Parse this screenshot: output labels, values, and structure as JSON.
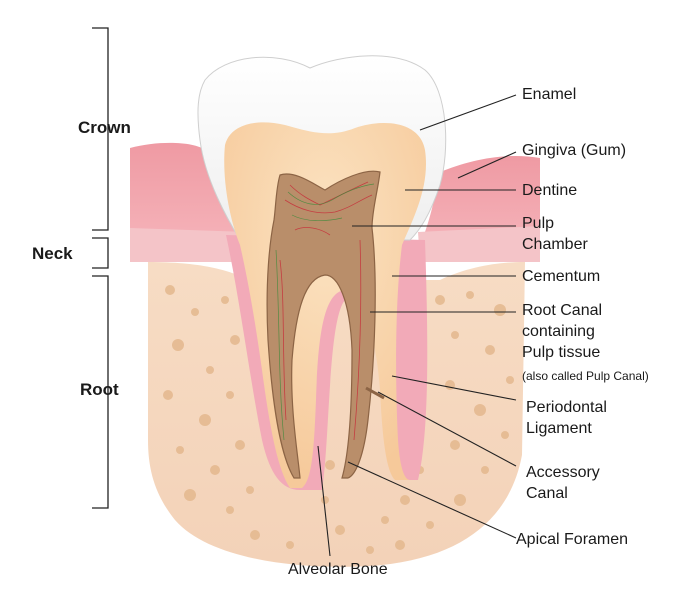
{
  "sections": {
    "crown": "Crown",
    "neck": "Neck",
    "root": "Root"
  },
  "labels": {
    "enamel": "Enamel",
    "gingiva": "Gingiva (Gum)",
    "dentine": "Dentine",
    "pulp_chamber_1": "Pulp",
    "pulp_chamber_2": "Chamber",
    "cementum": "Cementum",
    "root_canal_1": "Root Canal",
    "root_canal_2": "containing",
    "root_canal_3": "Pulp tissue",
    "root_canal_note": "(also called Pulp Canal)",
    "periodontal_1": "Periodontal",
    "periodontal_2": "Ligament",
    "accessory_1": "Accessory",
    "accessory_2": "Canal",
    "apical_foramen": "Apical Foramen",
    "alveolar_bone": "Alveolar Bone"
  }
}
